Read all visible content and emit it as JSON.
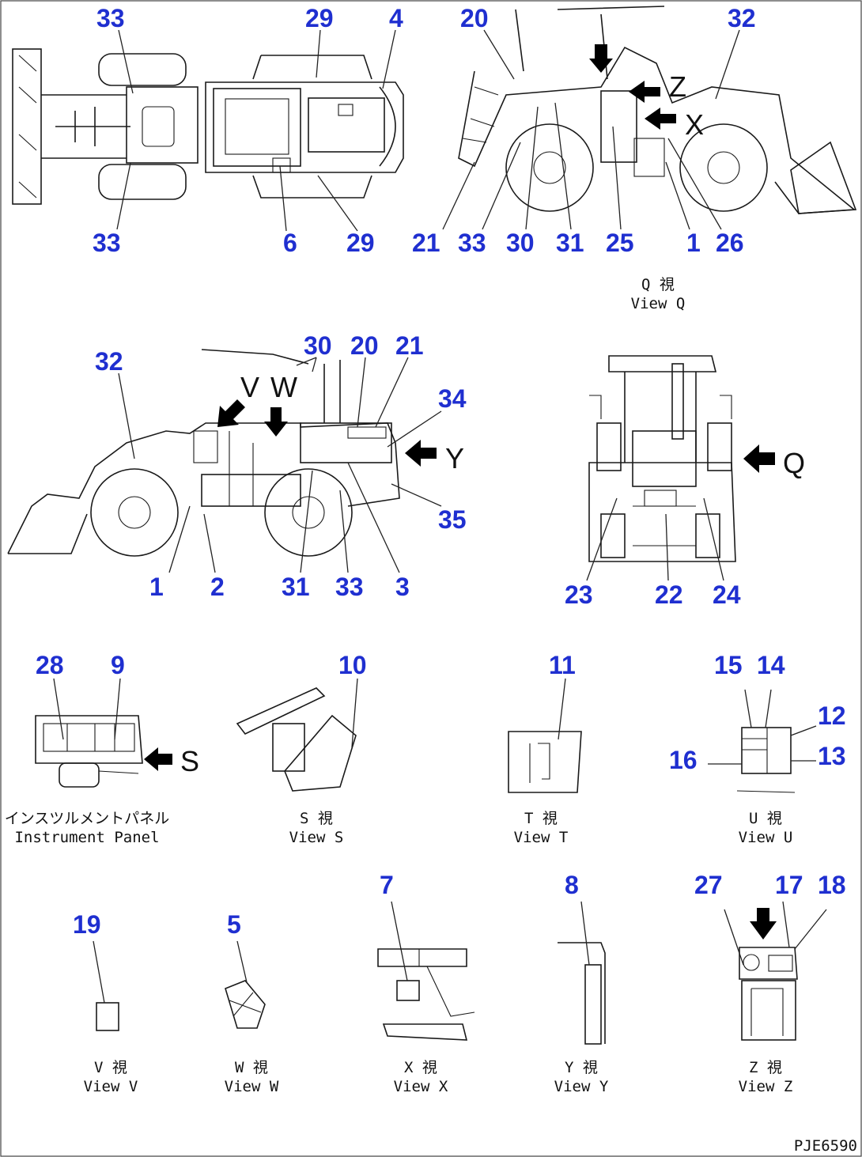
{
  "callouts": {
    "top_view": [
      "33",
      "29",
      "4",
      "33",
      "6",
      "29"
    ],
    "view_q": [
      "20",
      "32",
      "21",
      "33",
      "30",
      "31",
      "25",
      "1",
      "26"
    ],
    "left_side": [
      "30",
      "20",
      "21",
      "32",
      "34",
      "35",
      "1",
      "2",
      "31",
      "33",
      "3"
    ],
    "rear_view": [
      "23",
      "22",
      "24"
    ],
    "instrument_panel": [
      "28",
      "9"
    ],
    "view_s": [
      "10"
    ],
    "view_t": [
      "11"
    ],
    "view_u": [
      "15",
      "14",
      "12",
      "16",
      "13"
    ],
    "view_v": [
      "19"
    ],
    "view_w": [
      "5"
    ],
    "view_x": [
      "7"
    ],
    "view_y": [
      "8"
    ],
    "view_z": [
      "27",
      "17",
      "18"
    ]
  },
  "view_letters": {
    "z": "Z",
    "x": "X",
    "v": "V",
    "w": "W",
    "y": "Y",
    "q": "Q",
    "s": "S"
  },
  "captions": {
    "view_q": {
      "jp": "Q 視",
      "en": "View Q"
    },
    "instrument_panel": {
      "jp": "インスツルメントパネル",
      "en": "Instrument Panel"
    },
    "view_s": {
      "jp": "S 視",
      "en": "View S"
    },
    "view_t": {
      "jp": "T 視",
      "en": "View T"
    },
    "view_u": {
      "jp": "U 視",
      "en": "View U"
    },
    "view_v": {
      "jp": "V 視",
      "en": "View V"
    },
    "view_w": {
      "jp": "W 視",
      "en": "View W"
    },
    "view_x": {
      "jp": "X 視",
      "en": "View X"
    },
    "view_y": {
      "jp": "Y 視",
      "en": "View Y"
    },
    "view_z": {
      "jp": "Z 視",
      "en": "View Z"
    }
  },
  "drawing_ref": "PJE6590",
  "colors": {
    "callout": "#1f2fd0",
    "line": "#1a1a1a",
    "background": "#ffffff"
  }
}
